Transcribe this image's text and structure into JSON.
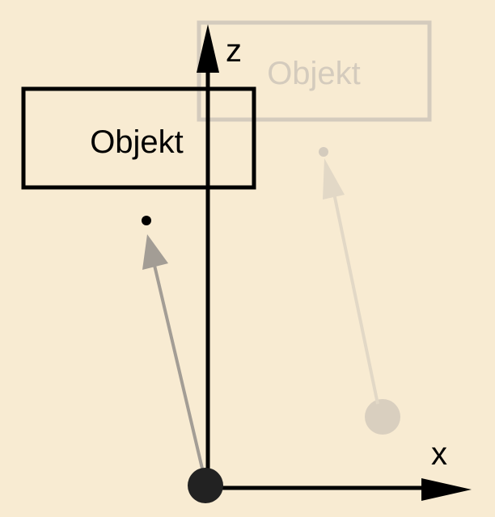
{
  "axes": {
    "z_label": "z",
    "x_label": "x"
  },
  "objects": {
    "primary_label": "Objekt",
    "ghost_label": "Objekt"
  },
  "colors": {
    "background": "#f8ebd2",
    "ink": "#000000",
    "vector": "#a39d95",
    "ghost": "#c9c1b3",
    "ghost_vector": "#e2d8c6"
  }
}
